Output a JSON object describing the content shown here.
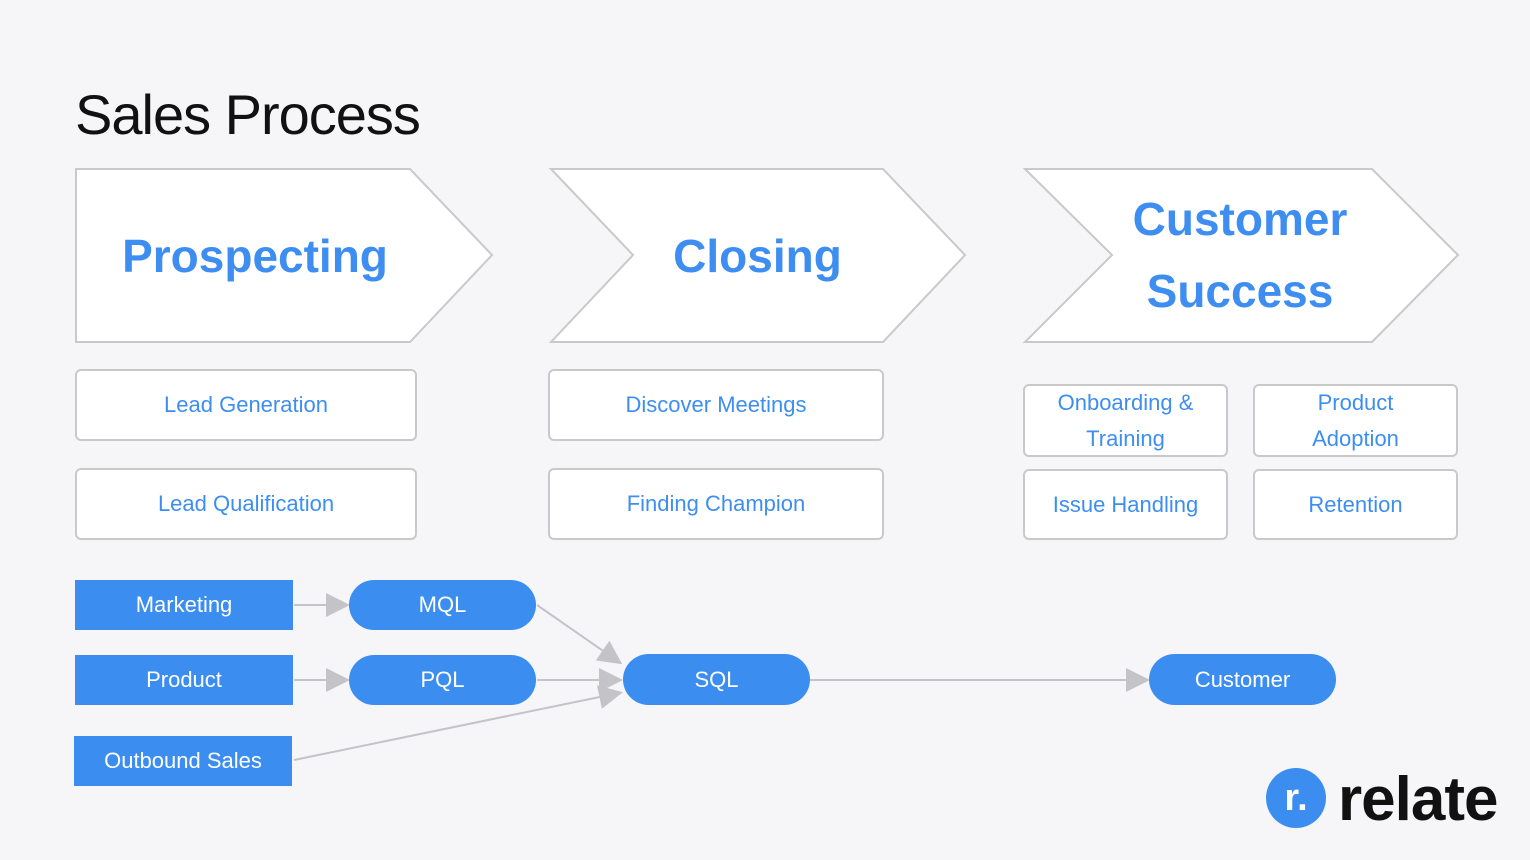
{
  "title": "Sales Process",
  "stages": [
    {
      "label": "Prospecting"
    },
    {
      "label": "Closing"
    },
    {
      "label": "Customer Success"
    }
  ],
  "activities": {
    "prospecting": [
      "Lead Generation",
      "Lead Qualification"
    ],
    "closing": [
      "Discover Meetings",
      "Finding Champion"
    ],
    "customer_success": [
      "Onboarding & Training",
      "Product Adoption",
      "Issue Handling",
      "Retention"
    ]
  },
  "sources": [
    "Marketing",
    "Product",
    "Outbound Sales"
  ],
  "qualified": [
    "MQL",
    "PQL",
    "SQL"
  ],
  "outcome": "Customer",
  "logo": {
    "mark": "r.",
    "text": "relate"
  },
  "colors": {
    "accent": "#3b8df0",
    "stage_text": "#3d8ef0",
    "border": "#c9c9cc"
  }
}
